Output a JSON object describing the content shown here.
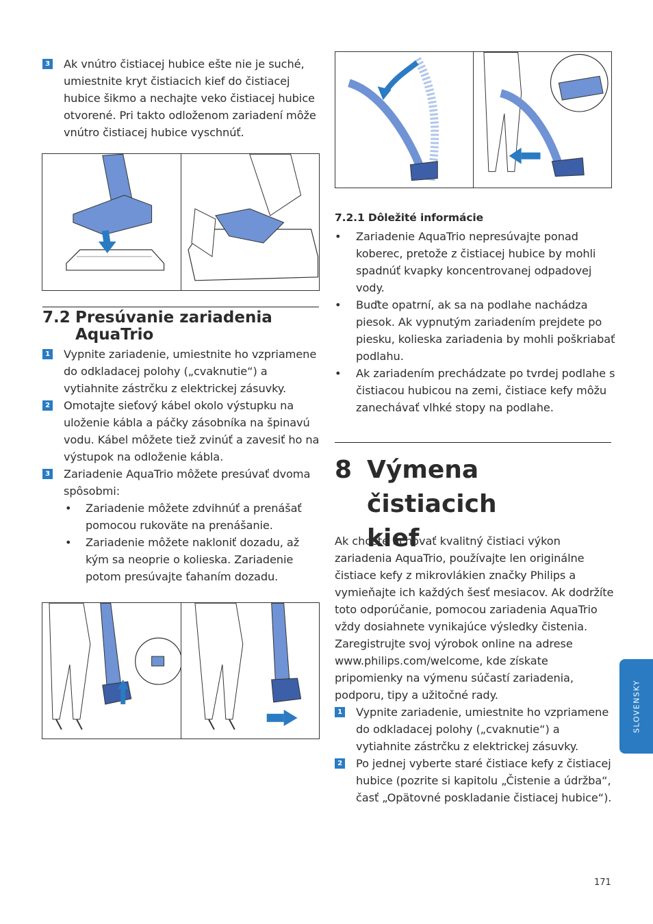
{
  "left": {
    "intro_step": {
      "num": "3",
      "text": "Ak vnútro čistiacej hubice ešte nie je suché, umiestnite kryt čistiacich kief do čistiacej hubice šikmo a nechajte veko čistiacej hubice otvorené. Pri takto odloženom zariadení môže vnútro čistiacej hubice vyschnúť."
    },
    "section": {
      "number": "7.2",
      "title": "Presúvanie zariadenia AquaTrio"
    },
    "steps": [
      {
        "num": "1",
        "text": "Vypnite zariadenie, umiestnite ho vzpriamene do odkladacej polohy („cvaknutie“) a vytiahnite zástrčku z elektrickej zásuvky."
      },
      {
        "num": "2",
        "text": "Omotajte sieťový kábel okolo výstupku na uloženie kábla a páčky zásobníka na špinavú vodu. Kábel môžete tiež zvinúť a zavesiť ho na výstupok na odloženie kábla."
      },
      {
        "num": "3",
        "text": "Zariadenie AquaTrio môžete presúvať dvoma spôsobmi:"
      }
    ],
    "sub_bullets": [
      "Zariadenie môžete zdvihnúť a prenášať pomocou rukoväte na prenášanie.",
      "Zariadenie môžete nakloniť dozadu, až kým sa neoprie o kolieska. Zariadenie potom presúvajte ťahaním dozadu."
    ]
  },
  "right": {
    "subsection_title": "7.2.1 Dôležité informácie",
    "bullets": [
      "Zariadenie AquaTrio nepresúvajte ponad koberec, pretože z čistiacej hubice by mohli spadnúť kvapky koncentrovanej odpadovej vody.",
      "Buďte opatrní, ak sa na podlahe nachádza piesok. Ak vypnutým zariadením prejdete po piesku, kolieska zariadenia by mohli poškriabať podlahu.",
      "Ak zariadením prechádzate po tvrdej podlahe s čistiacou hubicou na zemi, čistiace kefy môžu zanechávať vlhké stopy na podlahe."
    ],
    "chapter": {
      "number": "8",
      "title_line1": "Výmena čistiacich",
      "title_line2": "kief"
    },
    "paragraph": "Ak chcete uchovať kvalitný čistiaci výkon zariadenia AquaTrio, používajte len originálne čistiace kefy z mikrovlákien značky Philips a vymieňajte ich každých šesť mesiacov. Ak dodržíte toto odporúčanie, pomocou zariadenia AquaTrio vždy dosiahnete vynikajúce výsledky čistenia. Zaregistrujte svoj výrobok online na adrese www.philips.com/welcome, kde získate pripomienky na výmenu súčastí zariadenia, podporu, tipy a užitočné rady.",
    "steps": [
      {
        "num": "1",
        "text": "Vypnite zariadenie, umiestnite ho vzpriamene do odkladacej polohy („cvaknutie“) a vytiahnite zástrčku z elektrickej zásuvky."
      },
      {
        "num": "2",
        "text": "Po jednej vyberte staré čistiace kefy z čistiacej hubice (pozrite si kapitolu „Čistenie a údržba“, časť „Opätovné poskladanie čistiacej hubice“)."
      }
    ]
  },
  "side_tab": "SLOVENSKY",
  "page_number": "171",
  "colors": {
    "accent": "#2a7bc2",
    "device_blue": "#6f93d4",
    "device_dark": "#3c5fa8"
  }
}
